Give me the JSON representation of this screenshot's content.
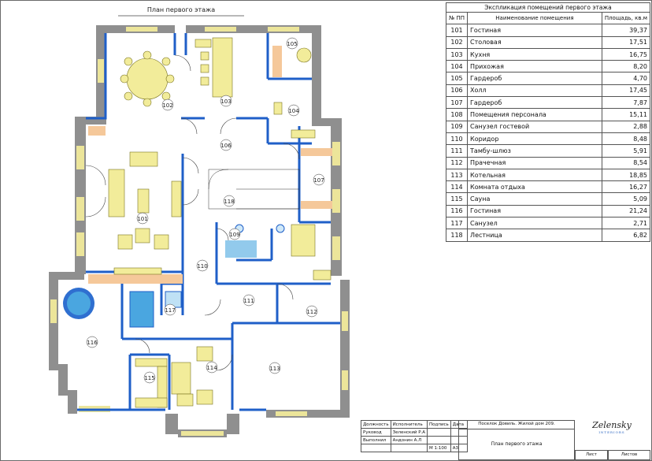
{
  "plan": {
    "title": "План первого этажа",
    "room_labels": [
      "101",
      "102",
      "103",
      "104",
      "105",
      "106",
      "107",
      "109",
      "110",
      "111",
      "112",
      "113",
      "114",
      "115",
      "116",
      "117",
      "118"
    ]
  },
  "explication": {
    "caption": "Экспликация помещений первого этажа",
    "col_num": "№ ПП",
    "col_name": "Наименование помещения",
    "col_area": "Площадь, кв.м",
    "rows": [
      {
        "num": "101",
        "name": "Гостиная",
        "area": "39,37"
      },
      {
        "num": "102",
        "name": "Столовая",
        "area": "17,51"
      },
      {
        "num": "103",
        "name": "Кухня",
        "area": "16,75"
      },
      {
        "num": "104",
        "name": "Прихожая",
        "area": "8,20"
      },
      {
        "num": "105",
        "name": "Гардероб",
        "area": "4,70"
      },
      {
        "num": "106",
        "name": "Холл",
        "area": "17,45"
      },
      {
        "num": "107",
        "name": "Гардероб",
        "area": "7,87"
      },
      {
        "num": "108",
        "name": "Помещения  персонала",
        "area": "15,11"
      },
      {
        "num": "109",
        "name": "Санузел гостевой",
        "area": "2,88"
      },
      {
        "num": "110",
        "name": "Коридор",
        "area": "8,48"
      },
      {
        "num": "111",
        "name": "Тамбу-шлюз",
        "area": "5,91"
      },
      {
        "num": "112",
        "name": "Прачечная",
        "area": "8,54"
      },
      {
        "num": "113",
        "name": "Котельная",
        "area": "18,85"
      },
      {
        "num": "114",
        "name": "Комната отдыха",
        "area": "16,27"
      },
      {
        "num": "115",
        "name": "Сауна",
        "area": "5,09"
      },
      {
        "num": "116",
        "name": "Гостиная",
        "area": "21,24"
      },
      {
        "num": "117",
        "name": "Санузел",
        "area": "2,71"
      },
      {
        "num": "118",
        "name": "Лестница",
        "area": "6,82"
      }
    ]
  },
  "stamp": {
    "h_role": "Должность",
    "h_exec": "Исполнитель",
    "h_sign": "Подпись",
    "h_date": "Дата",
    "role1": "Руковод",
    "exec1": "Зеленский Р.А",
    "role2": "Выполнил",
    "exec2": "Андонин А.Л",
    "scale": "М 1:100",
    "format": "А3",
    "project": "Поселок Довиль. Жилой дом 209.",
    "sheet_title": "План первого этажа",
    "sheet_label": "Лист",
    "sheets_label": "Листов"
  },
  "brand": {
    "logo_text": "Zelensky",
    "logo_sub": "INTERIORS"
  },
  "colors": {
    "wall_gray": "#8f8f8f",
    "wall_blue": "#1f5fc8",
    "furniture": "#f2ec9a",
    "tile_blue": "#4aa6e0",
    "window": "#ece59a"
  }
}
